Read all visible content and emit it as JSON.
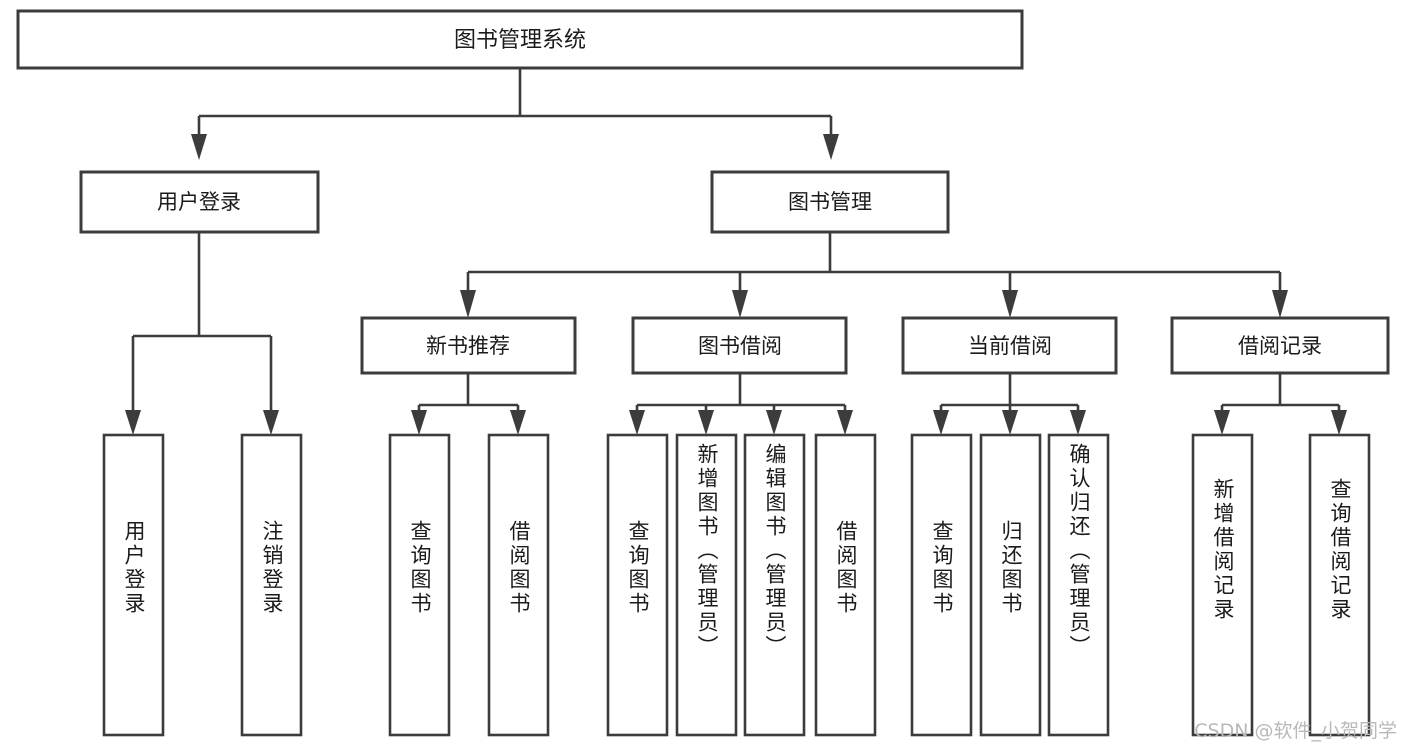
{
  "diagram": {
    "type": "tree-hierarchy",
    "title": "图书管理系统",
    "orientation": "top-down",
    "background_color": "#ffffff",
    "line_color": "#3c3c3c",
    "text_color": "#1b1b1b",
    "root": {
      "id": "root",
      "label": "图书管理系统",
      "level": 1
    },
    "level2": [
      {
        "id": "user-login",
        "label": "用户登录",
        "level": 2
      },
      {
        "id": "book-manage",
        "label": "图书管理",
        "level": 2
      }
    ],
    "level3": [
      {
        "id": "new-book-recommend",
        "label": "新书推荐",
        "level": 3,
        "parent": "book-manage"
      },
      {
        "id": "book-borrow",
        "label": "图书借阅",
        "level": 3,
        "parent": "book-manage"
      },
      {
        "id": "current-borrow",
        "label": "当前借阅",
        "level": 3,
        "parent": "book-manage"
      },
      {
        "id": "borrow-record",
        "label": "借阅记录",
        "level": 3,
        "parent": "book-manage"
      }
    ],
    "leaves": [
      {
        "id": "leaf-user-login",
        "label": "用户登录",
        "parent": "user-login",
        "orientation": "vertical"
      },
      {
        "id": "leaf-user-logout",
        "label": "注销登录",
        "parent": "user-login",
        "orientation": "vertical"
      },
      {
        "id": "leaf-query-book-1",
        "label": "查询图书",
        "parent": "new-book-recommend",
        "orientation": "vertical"
      },
      {
        "id": "leaf-borrow-book-1",
        "label": "借阅图书",
        "parent": "new-book-recommend",
        "orientation": "vertical"
      },
      {
        "id": "leaf-query-book-2",
        "label": "查询图书",
        "parent": "book-borrow",
        "orientation": "vertical"
      },
      {
        "id": "leaf-add-book",
        "label": "新增图书（管理员）",
        "parent": "book-borrow",
        "orientation": "vertical"
      },
      {
        "id": "leaf-edit-book",
        "label": "编辑图书（管理员）",
        "parent": "book-borrow",
        "orientation": "vertical"
      },
      {
        "id": "leaf-borrow-book-2",
        "label": "借阅图书",
        "parent": "book-borrow",
        "orientation": "vertical"
      },
      {
        "id": "leaf-query-book-3",
        "label": "查询图书",
        "parent": "current-borrow",
        "orientation": "vertical"
      },
      {
        "id": "leaf-return-book",
        "label": "归还图书",
        "parent": "current-borrow",
        "orientation": "vertical"
      },
      {
        "id": "leaf-confirm-return",
        "label": "确认归还（管理员）",
        "parent": "current-borrow",
        "orientation": "vertical"
      },
      {
        "id": "leaf-add-record",
        "label": "新增借阅记录",
        "parent": "borrow-record",
        "orientation": "vertical"
      },
      {
        "id": "leaf-query-record",
        "label": "查询借阅记录",
        "parent": "borrow-record",
        "orientation": "vertical"
      }
    ]
  },
  "watermark": {
    "text": "CSDN @软件_小贺同学"
  }
}
